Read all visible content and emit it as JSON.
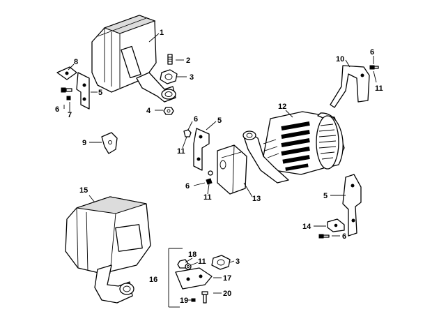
{
  "callouts": {
    "c1": "1",
    "c2": "2",
    "c3a": "3",
    "c3b": "3",
    "c4": "4",
    "c5a": "5",
    "c5b": "5",
    "c5c": "5",
    "c6a": "6",
    "c6b": "6",
    "c6c": "6",
    "c6d": "6",
    "c6e": "6",
    "c7": "7",
    "c8": "8",
    "c9": "9",
    "c10": "10",
    "c11a": "11",
    "c11b": "11",
    "c11c": "11",
    "c11d": "11",
    "c12": "12",
    "c13": "13",
    "c14": "14",
    "c15": "15",
    "c16": "16",
    "c17": "17",
    "c18": "18",
    "c19": "19",
    "c20": "20"
  }
}
